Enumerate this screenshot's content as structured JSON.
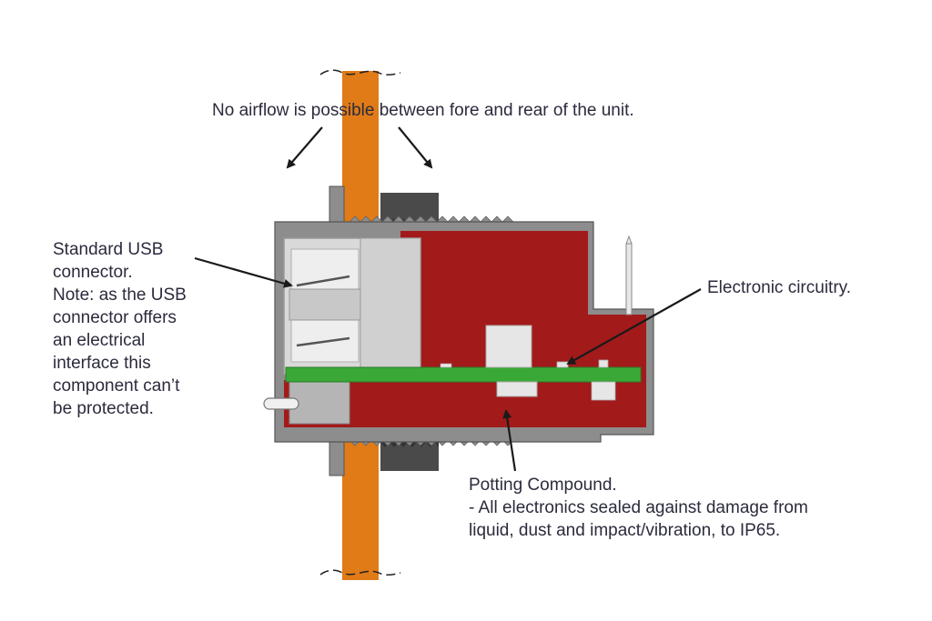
{
  "colors": {
    "panel": "#e07b17",
    "potting": "#a21a1a",
    "pcb": "#3aa836",
    "housing": "#8d8d8d",
    "nut": "#4a4a4a",
    "metal": "#dcdcdc",
    "text": "#2b2b3d"
  },
  "annotations": {
    "airflow": "No airflow is possible between fore and rear of the unit.",
    "usb": [
      "Standard USB",
      "connector.",
      "Note: as the USB",
      "connector offers",
      "an electrical",
      "interface this",
      "component can’t",
      "be protected."
    ],
    "circuitry": "Electronic circuitry.",
    "potting": [
      "Potting Compound.",
      "- All electronics sealed against damage from",
      "liquid, dust and impact/vibration, to IP65."
    ]
  }
}
